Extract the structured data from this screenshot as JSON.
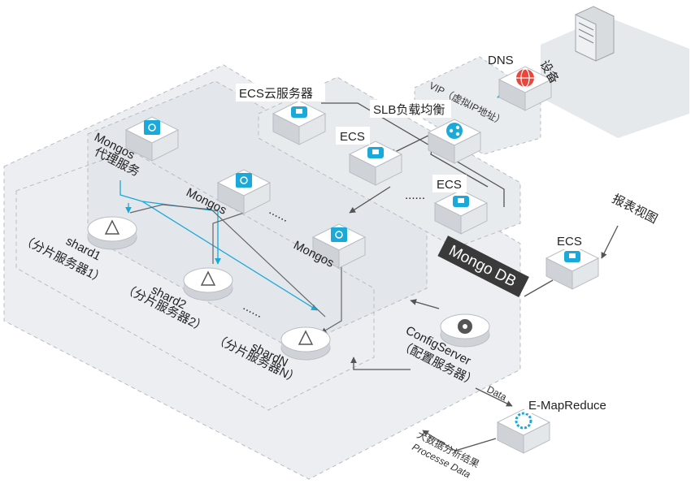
{
  "labels": {
    "dns": "DNS",
    "device": "设备",
    "vip": "VIP（虚拟IP地址）",
    "ecs_cloud": "ECS云服务器",
    "slb": "SLB负载均衡",
    "ecs1": "ECS",
    "ecs2": "ECS",
    "ecs_dots": "......",
    "mongos_title": "Mongos",
    "mongos_sub": "代理服务",
    "mongos1": "Mongos",
    "mongos_dots": "......",
    "mongos2": "Mongos",
    "shard1": "shard1",
    "shard1_sub": "（分片服务器1）",
    "shard2": "shard2",
    "shard2_sub": "（分片服务器2）",
    "shard_dots": "......",
    "shardN": "shardN",
    "shardN_sub": "（分片服务器N）",
    "mongodb": "Mongo DB",
    "config_server": "ConfigServer",
    "config_sub": "（配置服务器）",
    "report_view": "报表视图",
    "ecs_right": "ECS",
    "emr": "E-MapReduce",
    "data": "Data",
    "bigdata": "大数据分析结果",
    "processe_data": "Processe Data"
  },
  "colors": {
    "accent_blue": "#1aa9d8",
    "dns_red": "#e8473b",
    "platform_gray": "#e9ecef",
    "dark_label": "#3a3a3a"
  },
  "icons": {
    "server_rack": "server-rack-icon",
    "dns": "dns-globe-icon",
    "ecs": "cloud-server-icon",
    "slb": "load-balancer-icon",
    "mongos": "mongos-hub-icon",
    "shard": "shard-disk-icon",
    "config": "config-server-icon",
    "emr": "emapreduce-icon"
  }
}
